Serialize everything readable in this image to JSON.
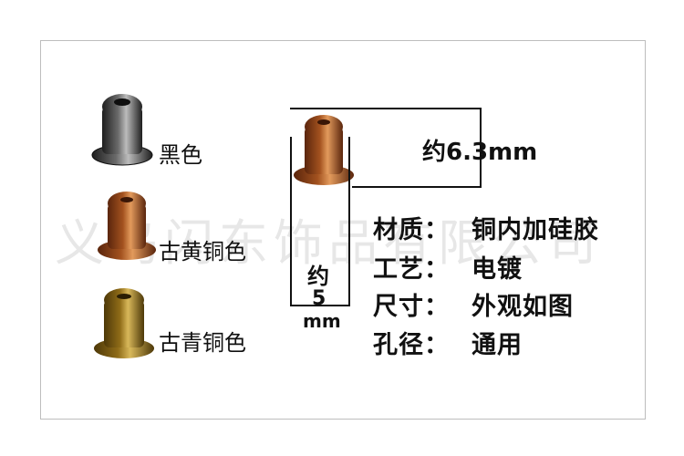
{
  "variants": [
    {
      "label": "黑色",
      "icon": "black-ear-stopper-icon",
      "colors": {
        "dark": "#1e1e1e",
        "mid": "#6b6b6b",
        "light": "#bcbcbc"
      }
    },
    {
      "label": "古黄铜色",
      "icon": "antique-copper-ear-stopper-icon",
      "colors": {
        "dark": "#5a250c",
        "mid": "#a3521f",
        "light": "#e29a5c"
      }
    },
    {
      "label": "古青铜色",
      "icon": "antique-bronze-ear-stopper-icon",
      "colors": {
        "dark": "#4d3808",
        "mid": "#8f6c18",
        "light": "#d8b85a"
      }
    }
  ],
  "dimensions": {
    "width": "约6.3mm",
    "height_prefix": "约",
    "height_value": "5",
    "height_unit": "mm"
  },
  "specs": [
    {
      "key": "材质：",
      "value": "铜内加硅胶"
    },
    {
      "key": "工艺：",
      "value": "电镀"
    },
    {
      "key": "尺寸：",
      "value": "外观如图"
    },
    {
      "key": "孔径：",
      "value": "通用"
    }
  ],
  "watermark": "义乌闪东饰品有限公司"
}
